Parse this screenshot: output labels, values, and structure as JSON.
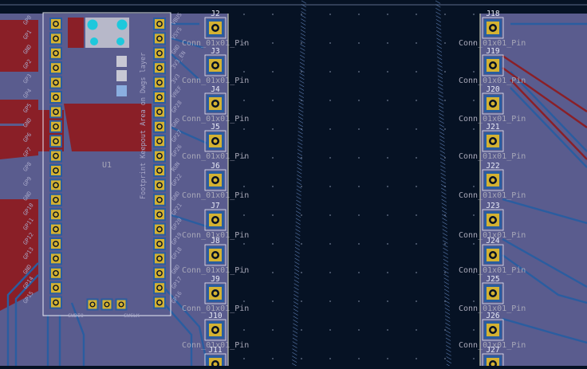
{
  "colors": {
    "background": "#061224",
    "board_fill": "#5a5c8e",
    "front_copper": "#8a1f27",
    "back_copper": "#2a5da0",
    "edge_cuts": "#c8c8b4",
    "silkscreen": "#e8eaf6",
    "pad_copper": "#d4b232",
    "via_cyan": "#1ec8dc",
    "label_text": "#a8a8b8"
  },
  "footprint": {
    "ref": "U1",
    "fab_text": "Footprint Keepout Area on Dwgs layer",
    "left_pin_labels": [
      "GP0",
      "GP1",
      "GND",
      "GP2",
      "GP3",
      "GP4",
      "GP5",
      "GND",
      "GP6",
      "GP7",
      "GP8",
      "GP9",
      "GND",
      "GP10",
      "GP11",
      "GP12",
      "GP13",
      "GND",
      "GP14",
      "GP15"
    ],
    "right_pin_labels": [
      "VBUS",
      "VSYS",
      "GND",
      "3V3_EN",
      "3V3",
      "VREF",
      "GP28",
      "GND",
      "GP27",
      "GP26",
      "RUN",
      "GP22",
      "GND",
      "GP21",
      "GP20",
      "GP19",
      "GP18",
      "GND",
      "GP17",
      "GP16"
    ],
    "bottom_labels": [
      "SWDIO",
      "SWCLK"
    ]
  },
  "connectors_left": [
    {
      "ref": "J2",
      "value": "Conn_01x01_Pin"
    },
    {
      "ref": "J3",
      "value": "Conn_01x01_Pin"
    },
    {
      "ref": "J4",
      "value": "Conn_01x01_Pin"
    },
    {
      "ref": "J5",
      "value": "Conn_01x01_Pin"
    },
    {
      "ref": "J6",
      "value": "Conn_01x01_Pin"
    },
    {
      "ref": "J7",
      "value": "Conn_01x01_Pin"
    },
    {
      "ref": "J8",
      "value": "Conn_01x01_Pin"
    },
    {
      "ref": "J9",
      "value": "Conn_01x01_Pin"
    },
    {
      "ref": "J10",
      "value": "Conn_01x01_Pin"
    },
    {
      "ref": "J11",
      "value": ""
    }
  ],
  "connectors_right": [
    {
      "ref": "J18",
      "value": "Conn_01x01_Pin"
    },
    {
      "ref": "J19",
      "value": "Conn_01x01_Pin"
    },
    {
      "ref": "J20",
      "value": "Conn_01x01_Pin"
    },
    {
      "ref": "J21",
      "value": "Conn_01x01_Pin"
    },
    {
      "ref": "J22",
      "value": "Conn_01x01_Pin"
    },
    {
      "ref": "J23",
      "value": "Conn_01x01_Pin"
    },
    {
      "ref": "J24",
      "value": "Conn_01x01_Pin"
    },
    {
      "ref": "J25",
      "value": "Conn_01x01_Pin"
    },
    {
      "ref": "J26",
      "value": "Conn_01x01_Pin"
    },
    {
      "ref": "J27",
      "value": ""
    }
  ]
}
